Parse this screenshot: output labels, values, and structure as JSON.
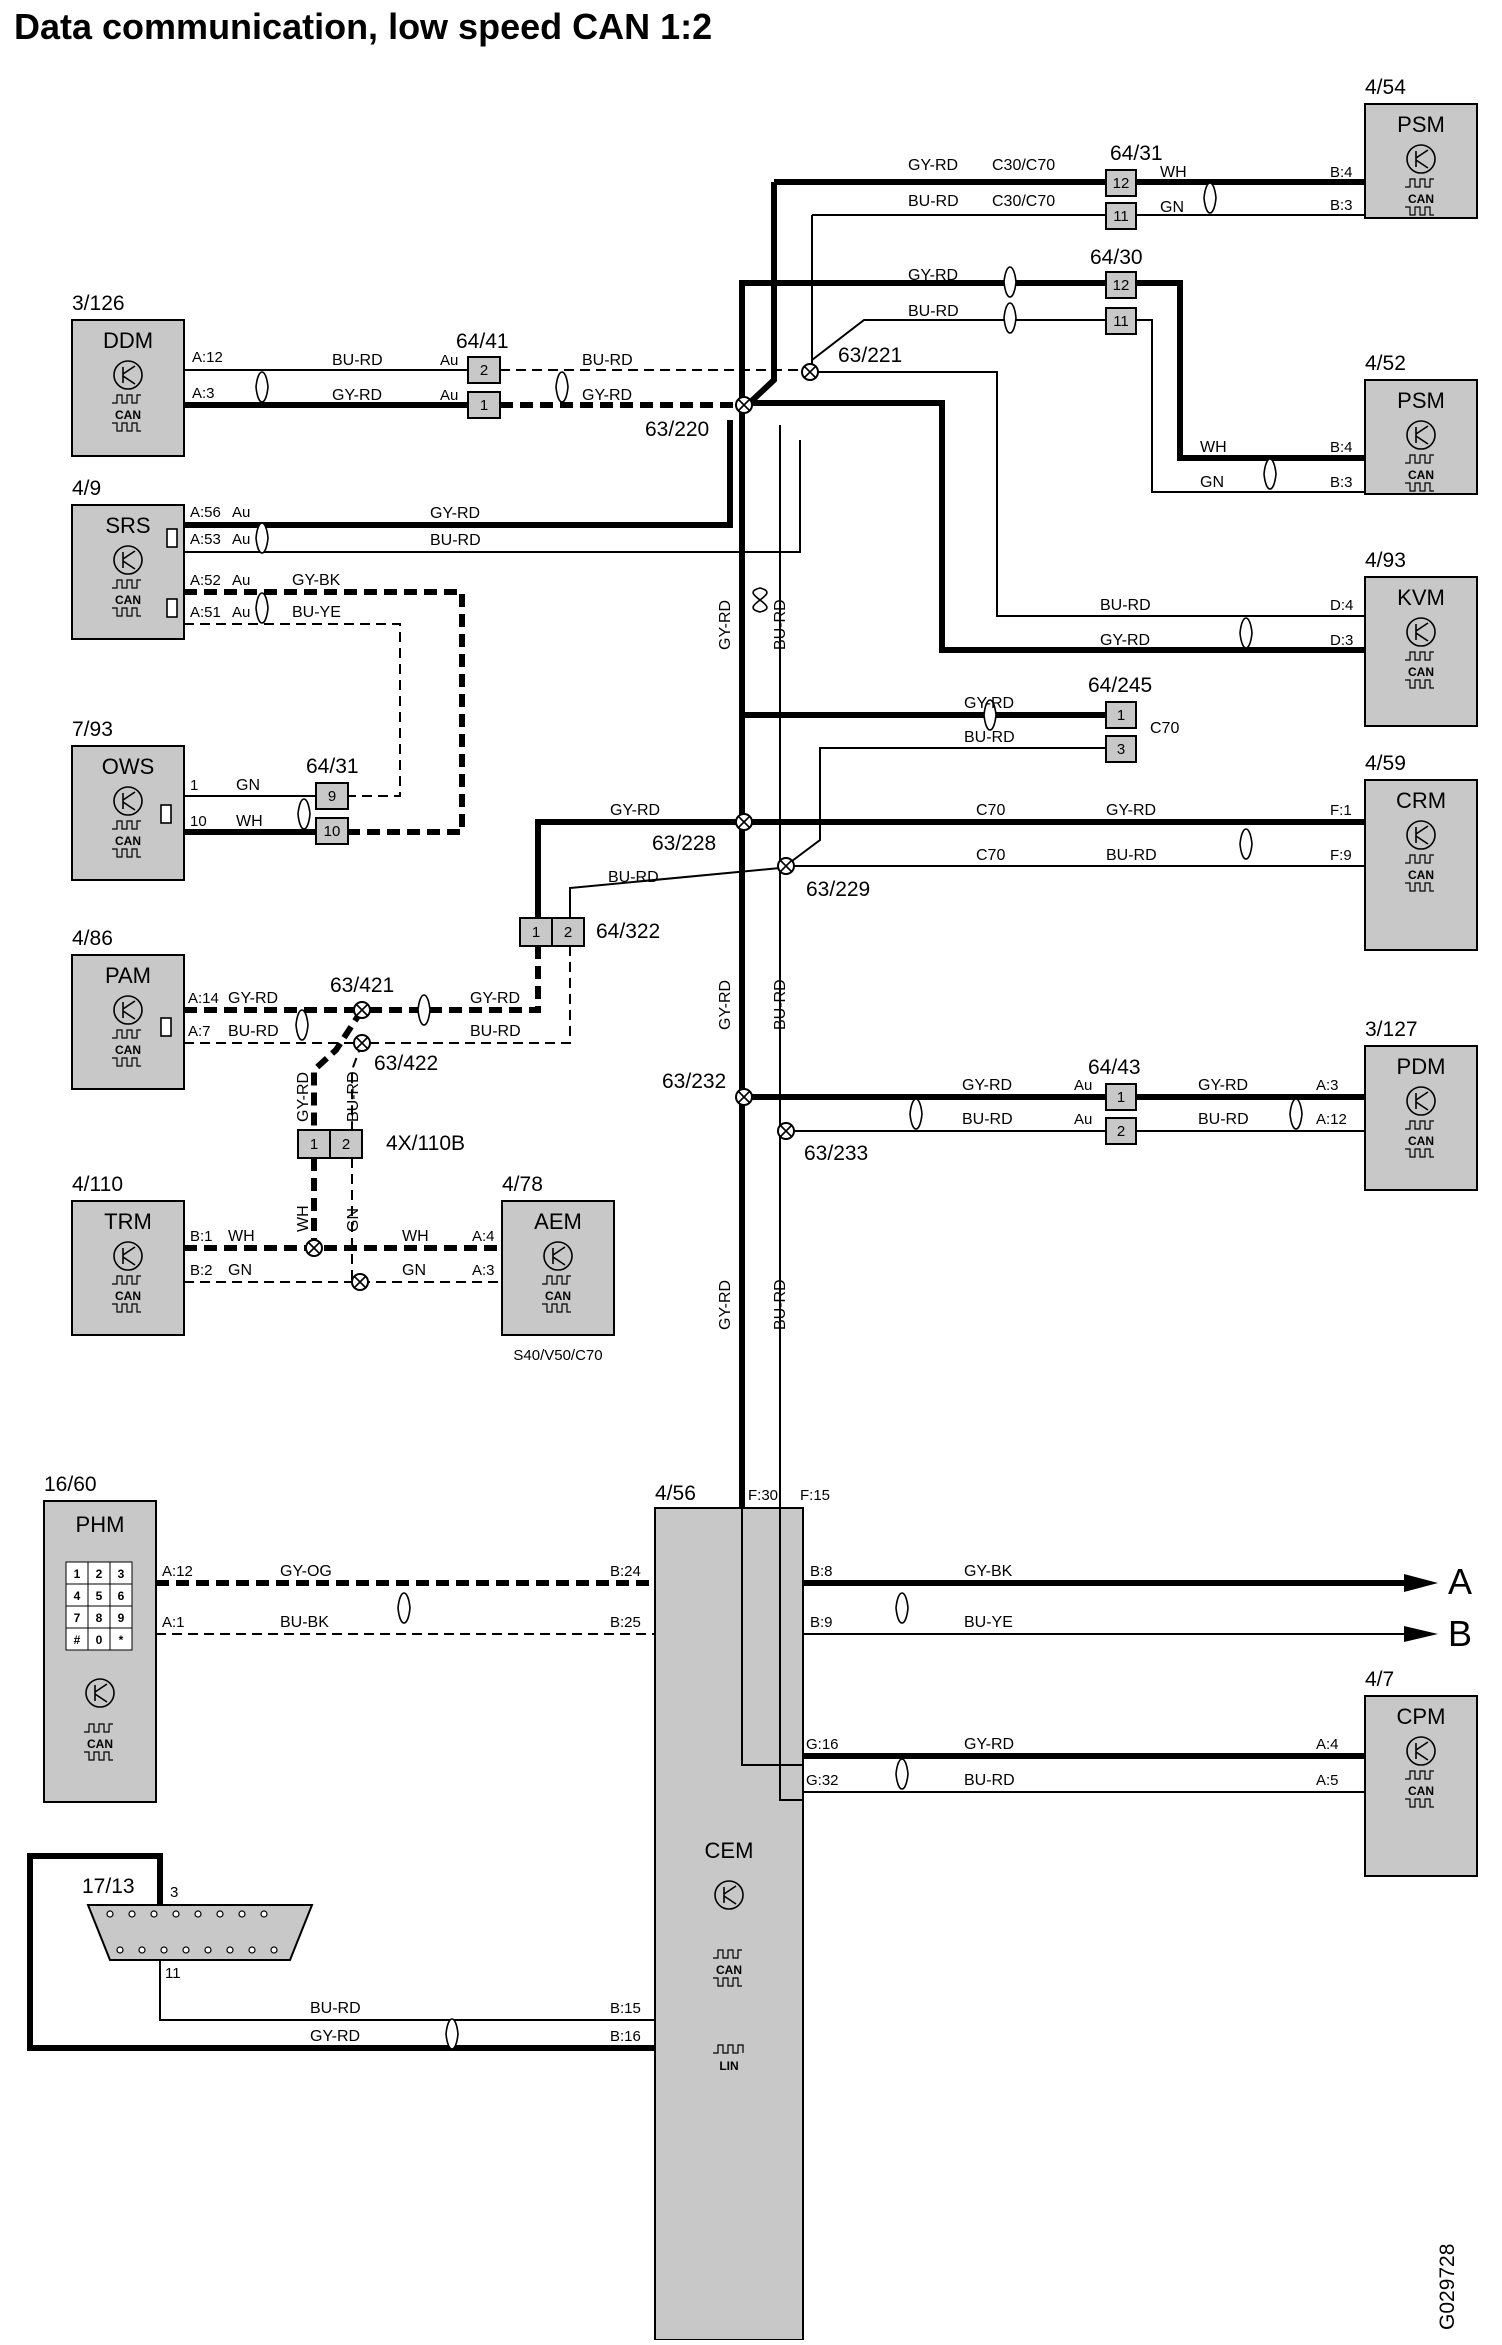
{
  "title": "Data communication, low speed CAN 1:2",
  "figure_id": "G029728",
  "can_label": "CAN",
  "lin_label": "LIN",
  "modules": [
    {
      "id": "psm1",
      "name": "PSM",
      "ref": "4/54"
    },
    {
      "id": "psm2",
      "name": "PSM",
      "ref": "4/52"
    },
    {
      "id": "kvm",
      "name": "KVM",
      "ref": "4/93"
    },
    {
      "id": "crm",
      "name": "CRM",
      "ref": "4/59"
    },
    {
      "id": "pdm",
      "name": "PDM",
      "ref": "3/127"
    },
    {
      "id": "cpm",
      "name": "CPM",
      "ref": "4/7"
    },
    {
      "id": "ddm",
      "name": "DDM",
      "ref": "3/126"
    },
    {
      "id": "srs",
      "name": "SRS",
      "ref": "4/9"
    },
    {
      "id": "ows",
      "name": "OWS",
      "ref": "7/93"
    },
    {
      "id": "pam",
      "name": "PAM",
      "ref": "4/86"
    },
    {
      "id": "trm",
      "name": "TRM",
      "ref": "4/110"
    },
    {
      "id": "aem",
      "name": "AEM",
      "ref": "4/78",
      "note": "S40/V50/C70"
    },
    {
      "id": "phm",
      "name": "PHM",
      "ref": "16/60"
    },
    {
      "id": "cem",
      "name": "CEM",
      "ref": "4/56"
    },
    {
      "id": "dlc",
      "name": "",
      "ref": "17/13"
    }
  ],
  "keypad": [
    "1",
    "2",
    "3",
    "4",
    "5",
    "6",
    "7",
    "8",
    "9",
    "#",
    "0",
    "*"
  ],
  "connectors": [
    "64/31",
    "64/30",
    "64/41",
    "64/31",
    "64/245",
    "64/322",
    "4X/110B",
    "64/43"
  ],
  "connector_pins": [
    "12",
    "11",
    "12",
    "11",
    "2",
    "1",
    "9",
    "10",
    "1",
    "3",
    "1",
    "2",
    "1",
    "2",
    "1",
    "2"
  ],
  "splices": [
    "63/221",
    "63/220",
    "63/228",
    "63/229",
    "63/421",
    "63/422",
    "63/232",
    "63/233"
  ],
  "wire_colors": [
    "GY-RD",
    "BU-RD",
    "WH",
    "GN",
    "GY-BK",
    "BU-YE",
    "GY-OG",
    "BU-BK"
  ],
  "variant_labels": [
    "C30/C70",
    "C70",
    "Au"
  ],
  "pins": [
    "A:12",
    "A:3",
    "A:56",
    "A:53",
    "A:52",
    "A:51",
    "1",
    "10",
    "A:14",
    "A:7",
    "B:1",
    "B:2",
    "A:4",
    "A:3",
    "B:4",
    "B:3",
    "D:4",
    "D:3",
    "F:1",
    "F:9",
    "A:3",
    "A:12",
    "A:4",
    "A:5",
    "A:12",
    "A:1",
    "B:24",
    "B:25",
    "B:8",
    "B:9",
    "G:16",
    "G:32",
    "B:15",
    "B:16",
    "F:30",
    "F:15",
    "3",
    "11"
  ],
  "outputs": [
    "A",
    "B"
  ]
}
